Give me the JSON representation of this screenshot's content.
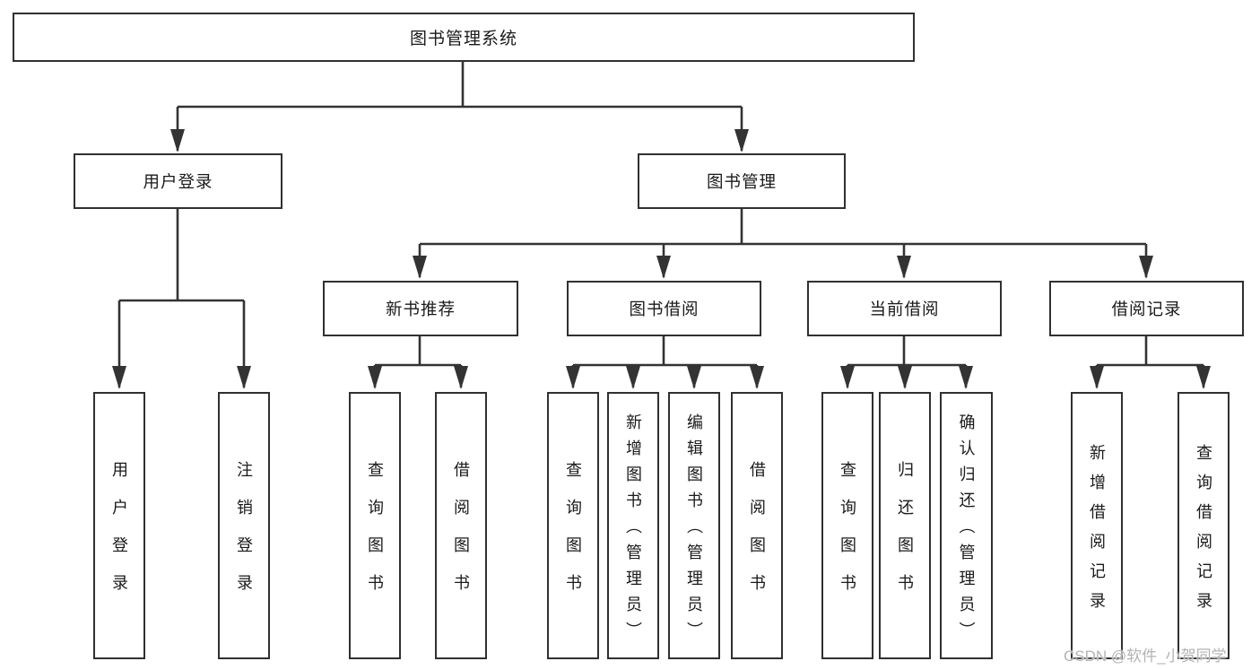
{
  "diagram": {
    "root": {
      "label": "图书管理系统"
    },
    "level2": [
      {
        "label": "用户登录"
      },
      {
        "label": "图书管理"
      }
    ],
    "level3": [
      {
        "label": "新书推荐"
      },
      {
        "label": "图书借阅"
      },
      {
        "label": "当前借阅"
      },
      {
        "label": "借阅记录"
      }
    ],
    "leaves": [
      {
        "label": "用户登录"
      },
      {
        "label": "注销登录"
      },
      {
        "label": "查询图书"
      },
      {
        "label": "借阅图书"
      },
      {
        "label": "查询图书"
      },
      {
        "label": "新增图书（管理员）"
      },
      {
        "label": "编辑图书（管理员）"
      },
      {
        "label": "借阅图书"
      },
      {
        "label": "查询图书"
      },
      {
        "label": "归还图书"
      },
      {
        "label": "确认归还（管理员）"
      },
      {
        "label": "新增借阅记录"
      },
      {
        "label": "查询借阅记录"
      }
    ],
    "watermark": "CSDN @软件_小贺同学",
    "colors": {
      "line": "#333333",
      "box_border": "#303030",
      "text": "#1a1a1a",
      "watermark": "#b3b3b3",
      "background": "#ffffff"
    }
  }
}
